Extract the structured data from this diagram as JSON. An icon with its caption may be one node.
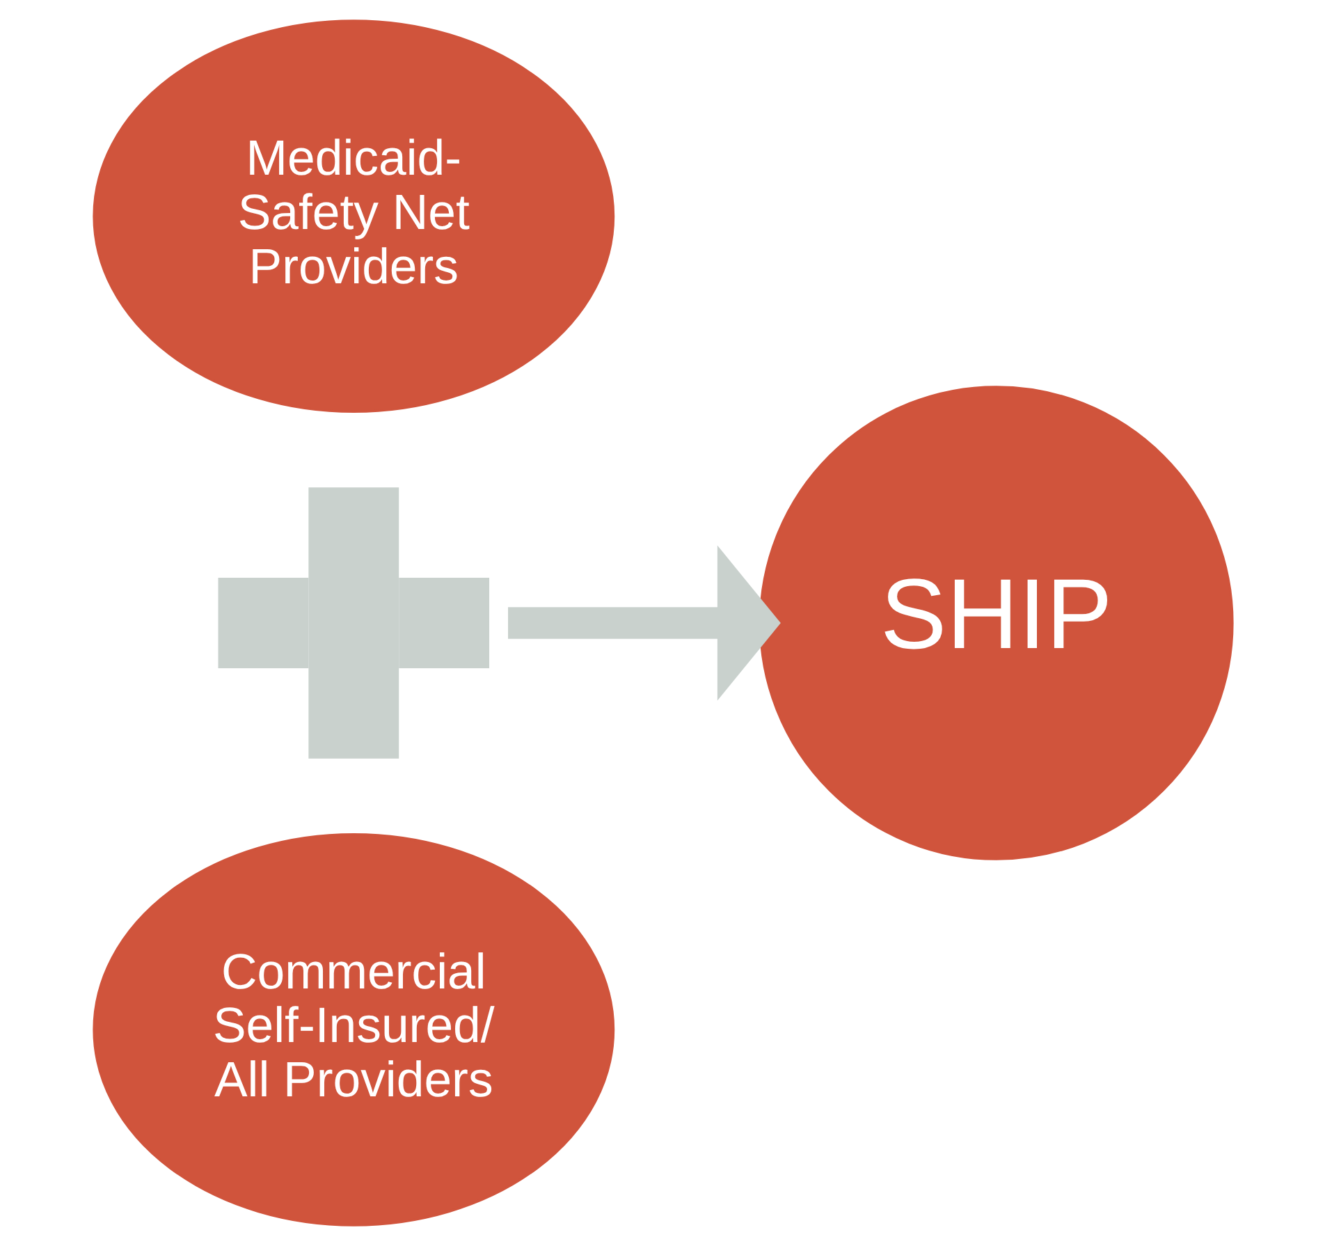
{
  "diagram": {
    "nodes": [
      {
        "text": [
          "Medicaid- Safety Net Providers"
        ]
      },
      {
        "text": [],
        "shape": "plus"
      },
      {
        "text": [
          "Commercial Self-Insured/ All Providers"
        ]
      },
      {
        "text": [
          "SHIP"
        ]
      }
    ],
    "edges": [
      {
        "from": 1,
        "to": 3,
        "arrow": "to",
        "color": "#c9d1cd"
      }
    ]
  }
}
